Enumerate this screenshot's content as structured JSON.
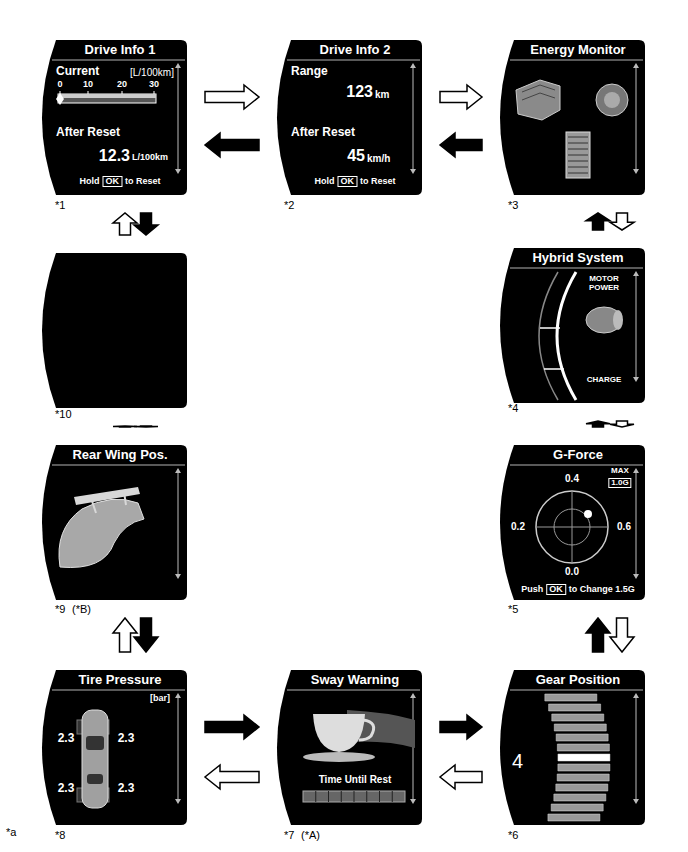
{
  "diagram": {
    "nodes": [
      {
        "text": [
          "Drive Info 1",
          "Current",
          "[L/100km]",
          "0",
          "10",
          "20",
          "30",
          "After Reset",
          "12.3",
          "L/100km",
          "Hold",
          "OK",
          "to Reset"
        ]
      },
      {
        "text": [
          "Drive Info 2",
          "Range",
          "123",
          "km",
          "After Reset",
          "45",
          "km/h",
          "Hold",
          "OK",
          "to Reset"
        ]
      },
      {
        "text": [
          "Energy Monitor"
        ]
      },
      {
        "text": [
          "Hybrid System",
          "MOTOR POWER",
          "CHARGE"
        ]
      },
      {
        "text": [
          "G-Force",
          "0.4",
          "MAX",
          "1.0G",
          "0.2",
          "0.6",
          "0.0",
          "Push",
          "OK",
          "to Change 1.5G"
        ]
      },
      {
        "text": [
          "Gear Position",
          "4"
        ]
      },
      {
        "text": [
          "Sway Warning",
          "Time Until Rest"
        ]
      },
      {
        "text": [
          "Tire Pressure",
          "[bar]",
          "2.3",
          "2.3",
          "2.3",
          "2.3"
        ]
      },
      {
        "text": [
          "Rear Wing Pos."
        ]
      },
      {
        "text": []
      }
    ],
    "edges": [
      {
        "from": 0,
        "to": 1,
        "arrow": "to"
      },
      {
        "from": 1,
        "to": 0,
        "arrow": "to"
      },
      {
        "from": 1,
        "to": 2,
        "arrow": "to"
      },
      {
        "from": 2,
        "to": 1,
        "arrow": "to"
      },
      {
        "from": 2,
        "to": 3,
        "arrow": "to"
      },
      {
        "from": 3,
        "to": 2,
        "arrow": "to"
      },
      {
        "from": 3,
        "to": 4,
        "arrow": "to"
      },
      {
        "from": 4,
        "to": 3,
        "arrow": "to"
      },
      {
        "from": 4,
        "to": 5,
        "arrow": "to"
      },
      {
        "from": 5,
        "to": 4,
        "arrow": "to"
      },
      {
        "from": 5,
        "to": 6,
        "arrow": "to"
      },
      {
        "from": 6,
        "to": 5,
        "arrow": "to"
      },
      {
        "from": 6,
        "to": 7,
        "arrow": "to"
      },
      {
        "from": 7,
        "to": 6,
        "arrow": "to"
      },
      {
        "from": 7,
        "to": 8,
        "arrow": "to"
      },
      {
        "from": 8,
        "to": 7,
        "arrow": "to"
      },
      {
        "from": 8,
        "to": 9,
        "arrow": "to"
      },
      {
        "from": 9,
        "to": 8,
        "arrow": "to"
      },
      {
        "from": 9,
        "to": 0,
        "arrow": "to"
      },
      {
        "from": 0,
        "to": 9,
        "arrow": "to"
      }
    ],
    "labels": [
      "*1",
      "*2",
      "*3",
      "*10",
      "*4",
      "*9",
      "(*B)",
      "*5",
      "*a",
      "*8",
      "*7",
      "(*A)",
      "*6"
    ]
  }
}
